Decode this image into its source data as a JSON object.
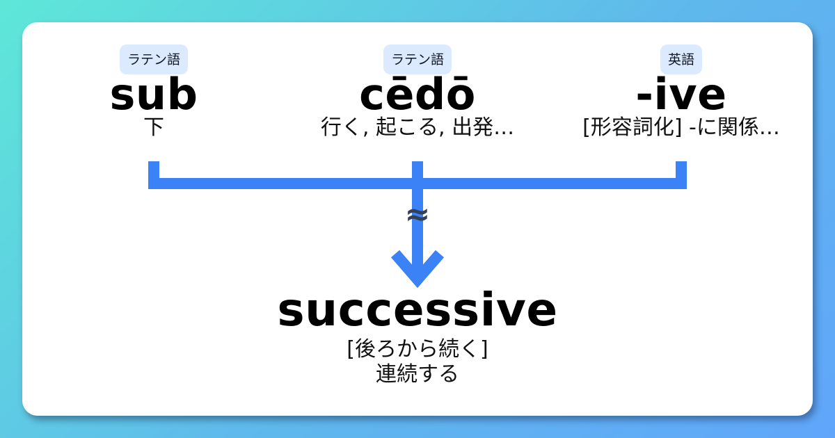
{
  "parts": [
    {
      "language": "ラテン語",
      "word": "sub",
      "meaning": "下"
    },
    {
      "language": "ラテン語",
      "word": "cēdō",
      "meaning": "行く, 起こる, 出発…"
    },
    {
      "language": "英語",
      "word": "-ive",
      "meaning": "[形容詞化] -に関係…"
    }
  ],
  "connector": {
    "symbol": "≈",
    "color": "#3b82f6"
  },
  "result": {
    "word": "successive",
    "literal": "[後ろから続く]",
    "meaning": "連続する"
  },
  "colors": {
    "badge_bg": "#dbeafe",
    "line": "#3b82f6",
    "approx": "#334155"
  }
}
